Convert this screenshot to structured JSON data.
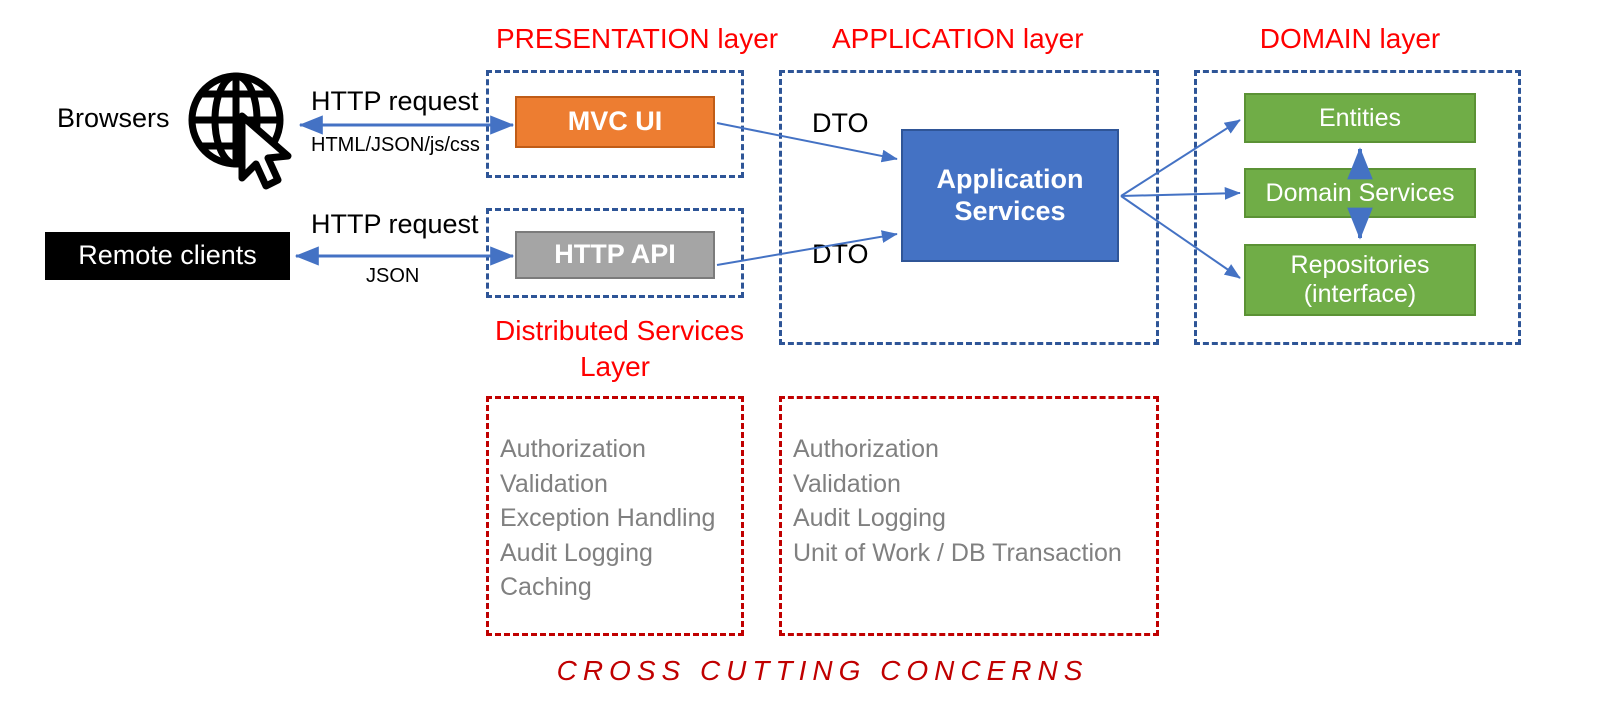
{
  "diagram": {
    "title_colors": {
      "layer_header": "#FF0000",
      "cross_cutting": "#C00000",
      "mvc_ui": "#ED7D31",
      "http_api": "#A5A5A5",
      "application_services": "#4472C4",
      "domain_box": "#70AD47",
      "remote_clients": "#000000",
      "arrow": "#4472C4",
      "dashed_blue": "#2E5597",
      "dashed_red": "#C00000",
      "list_text": "#808080"
    },
    "layers": [
      {
        "label": "PRESENTATION layer"
      },
      {
        "label": "APPLICATION layer"
      },
      {
        "label": "DOMAIN layer"
      }
    ],
    "clients": [
      {
        "label": "Browsers",
        "icon": "globe-cursor-icon"
      },
      {
        "label": "Remote clients"
      }
    ],
    "client_flows": [
      {
        "request": "HTTP request",
        "response": "HTML/JSON/js/css"
      },
      {
        "request": "HTTP request",
        "response": "JSON"
      }
    ],
    "presentation_boxes": [
      {
        "label": "MVC UI"
      },
      {
        "label": "HTTP API"
      }
    ],
    "dto_labels": [
      {
        "label": "DTO"
      },
      {
        "label": "DTO"
      }
    ],
    "application_box": {
      "line1": "Application",
      "line2": "Services"
    },
    "domain_boxes": [
      {
        "label": "Entities"
      },
      {
        "label": "Domain Services"
      },
      {
        "line1": "Repositories",
        "line2": "(interface)"
      }
    ],
    "distributed_services": {
      "title_line1": "Distributed Services",
      "title_line2": "Layer",
      "items": [
        "Authorization",
        "Validation",
        "Exception Handling",
        "Audit Logging",
        "Caching"
      ]
    },
    "application_concerns": {
      "items": [
        "Authorization",
        "Validation",
        "Audit Logging",
        "Unit of Work / DB Transaction"
      ]
    },
    "cross_cutting_footer": "CROSS  CUTTING  CONCERNS"
  }
}
